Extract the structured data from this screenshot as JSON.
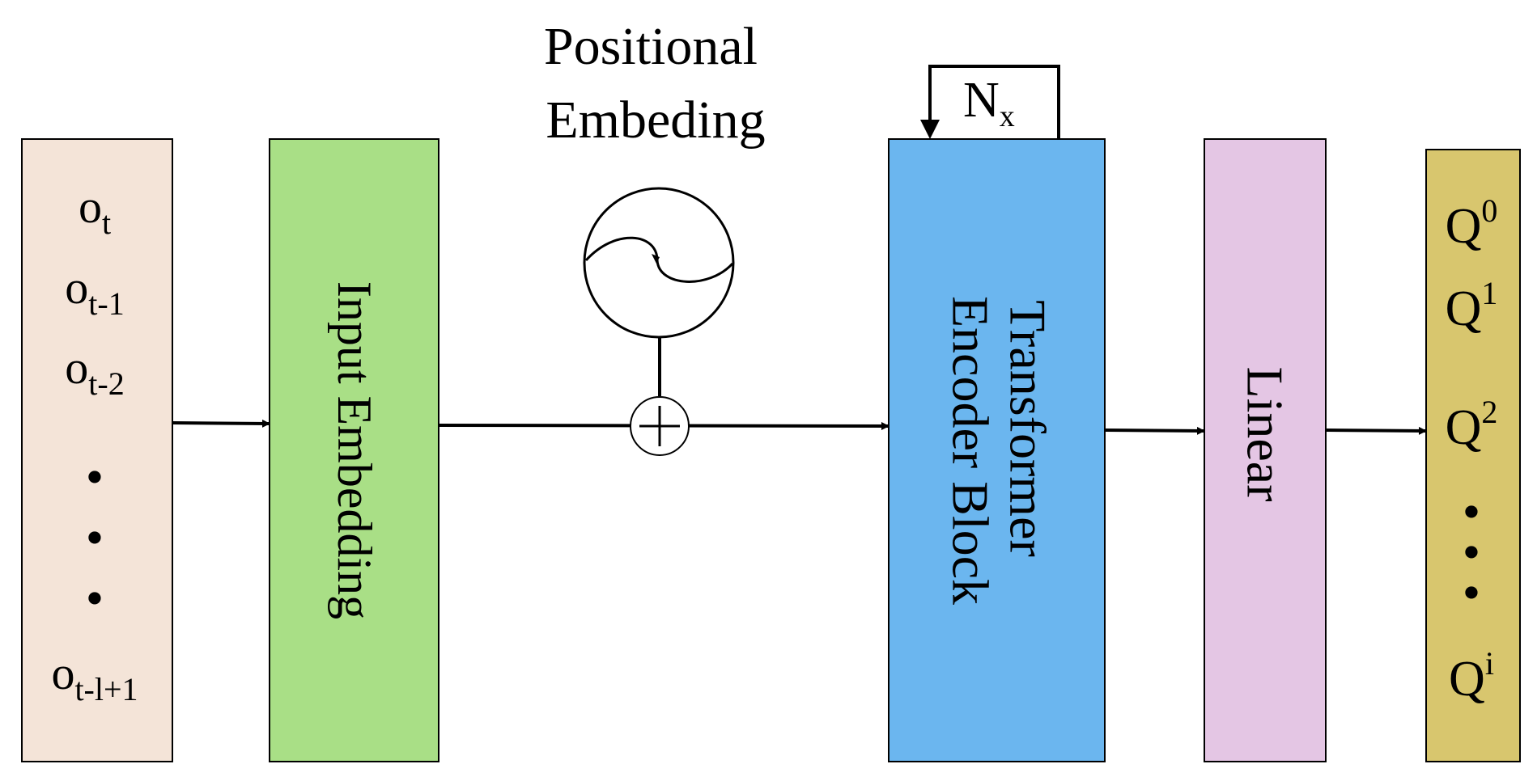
{
  "colors": {
    "input_box": "#f4e4d8",
    "embedding_box": "#a9df86",
    "encoder_box": "#6bb6ef",
    "linear_box": "#e4c6e4",
    "output_box": "#d8c66e",
    "stroke": "#000000"
  },
  "observations": {
    "items": [
      {
        "base": "o",
        "sub": "t"
      },
      {
        "base": "o",
        "sub": "t-1"
      },
      {
        "base": "o",
        "sub": "t-2"
      },
      {
        "base": "o",
        "sub": "t-l+1"
      }
    ],
    "ellipsis": "•"
  },
  "input_embedding": {
    "label": "Input Embedding"
  },
  "positional_embedding": {
    "line1": "Positional",
    "line2": "Embeding",
    "icon": "sinusoid-circle-icon",
    "add_icon": "circled-plus-icon"
  },
  "encoder": {
    "line1": "Transformer",
    "line2": "Encoder Block",
    "repeat_base": "N",
    "repeat_sub": "x"
  },
  "linear": {
    "label": "Linear"
  },
  "outputs": {
    "items": [
      {
        "base": "Q",
        "sup": "0"
      },
      {
        "base": "Q",
        "sup": "1"
      },
      {
        "base": "Q",
        "sup": "2"
      },
      {
        "base": "Q",
        "sup": "i"
      }
    ],
    "ellipsis": "•"
  }
}
